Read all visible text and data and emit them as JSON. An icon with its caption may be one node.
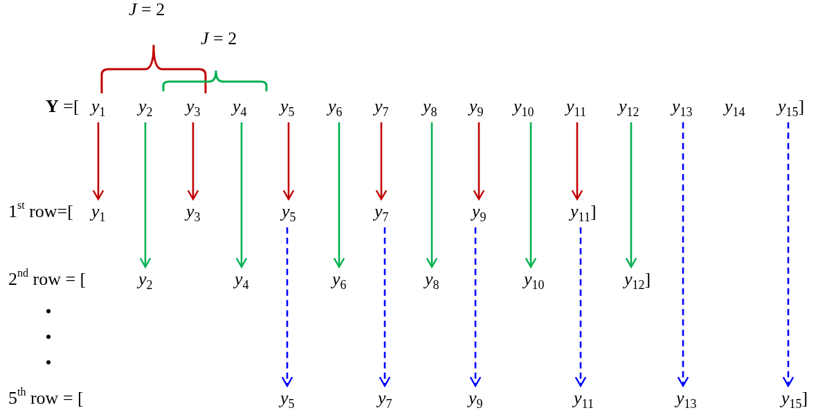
{
  "diagram": {
    "nodes": [
      {
        "text": [
          "*y*$_{1}$"
        ]
      },
      {
        "text": [
          "*y*$_{2}$"
        ]
      },
      {
        "text": [
          "*y*$_{3}$"
        ]
      },
      {
        "text": [
          "*y*$_{4}$"
        ]
      },
      {
        "text": [
          "*y*$_{5}$"
        ]
      },
      {
        "text": [
          "*y*$_{6}$"
        ]
      },
      {
        "text": [
          "*y*$_{7}$"
        ]
      },
      {
        "text": [
          "*y*$_{8}$"
        ]
      },
      {
        "text": [
          "*y*$_{9}$"
        ]
      },
      {
        "text": [
          "*y*$_{10}$"
        ]
      },
      {
        "text": [
          "*y*$_{11}$"
        ]
      },
      {
        "text": [
          "*y*$_{12}$"
        ]
      },
      {
        "text": [
          "*y*$_{13}$"
        ]
      },
      {
        "text": [
          "*y*$_{14}$"
        ]
      },
      {
        "text": [
          "*y*$_{15}$]"
        ]
      },
      {
        "text": [
          "*y*$_{1}$"
        ]
      },
      {
        "text": [
          "*y*$_{3}$"
        ]
      },
      {
        "text": [
          "*y*$_{5}$"
        ]
      },
      {
        "text": [
          "*y*$_{7}$"
        ]
      },
      {
        "text": [
          "*y*$_{9}$"
        ]
      },
      {
        "text": [
          "*y*$_{11}$]"
        ]
      },
      {
        "text": [
          "*y*$_{2}$"
        ]
      },
      {
        "text": [
          "*y*$_{4}$"
        ]
      },
      {
        "text": [
          "*y*$_{6}$"
        ]
      },
      {
        "text": [
          "*y*$_{8}$"
        ]
      },
      {
        "text": [
          "*y*$_{10}$"
        ]
      },
      {
        "text": [
          "*y*$_{12}$]"
        ]
      },
      {
        "text": [
          "*y*$_{5}$"
        ]
      },
      {
        "text": [
          "*y*$_{7}$"
        ]
      },
      {
        "text": [
          "*y*$_{9}$"
        ]
      },
      {
        "text": [
          "*y*$_{11}$"
        ]
      },
      {
        "text": [
          "*y*$_{13}$"
        ]
      },
      {
        "text": [
          "*y*$_{15}$]"
        ]
      }
    ],
    "edges": [
      {
        "from": 0,
        "to": 15,
        "arrow": "to",
        "color": "#c00000"
      },
      {
        "from": 2,
        "to": 16,
        "arrow": "to",
        "color": "#c00000"
      },
      {
        "from": 4,
        "to": 17,
        "arrow": "to",
        "color": "#c00000"
      },
      {
        "from": 6,
        "to": 18,
        "arrow": "to",
        "color": "#c00000"
      },
      {
        "from": 8,
        "to": 19,
        "arrow": "to",
        "color": "#c00000"
      },
      {
        "from": 10,
        "to": 20,
        "arrow": "to",
        "color": "#c00000"
      },
      {
        "from": 1,
        "to": 21,
        "arrow": "to",
        "color": "#00b050"
      },
      {
        "from": 3,
        "to": 22,
        "arrow": "to",
        "color": "#00b050"
      },
      {
        "from": 5,
        "to": 23,
        "arrow": "to",
        "color": "#00b050"
      },
      {
        "from": 7,
        "to": 24,
        "arrow": "to",
        "color": "#00b050"
      },
      {
        "from": 9,
        "to": 25,
        "arrow": "to",
        "color": "#00b050"
      },
      {
        "from": 11,
        "to": 26,
        "arrow": "to",
        "color": "#00b050"
      },
      {
        "from": 17,
        "to": 27,
        "arrow": "to",
        "style": "dashed",
        "color": "#0000ff"
      },
      {
        "from": 18,
        "to": 28,
        "arrow": "to",
        "style": "dashed",
        "color": "#0000ff"
      },
      {
        "from": 19,
        "to": 29,
        "arrow": "to",
        "style": "dashed",
        "color": "#0000ff"
      },
      {
        "from": 20,
        "to": 30,
        "arrow": "to",
        "style": "dashed",
        "color": "#0000ff"
      },
      {
        "from": 12,
        "to": 31,
        "arrow": "to",
        "style": "dashed",
        "color": "#0000ff"
      },
      {
        "from": 14,
        "to": 32,
        "arrow": "to",
        "style": "dashed",
        "color": "#0000ff"
      }
    ],
    "labels": [
      "*J* = 2",
      "*J* = 2",
      "**Y** =[",
      "1$^{st}$ row=[",
      "2$^{nd}$ row = [",
      "5$^{th}$ row = ["
    ]
  }
}
